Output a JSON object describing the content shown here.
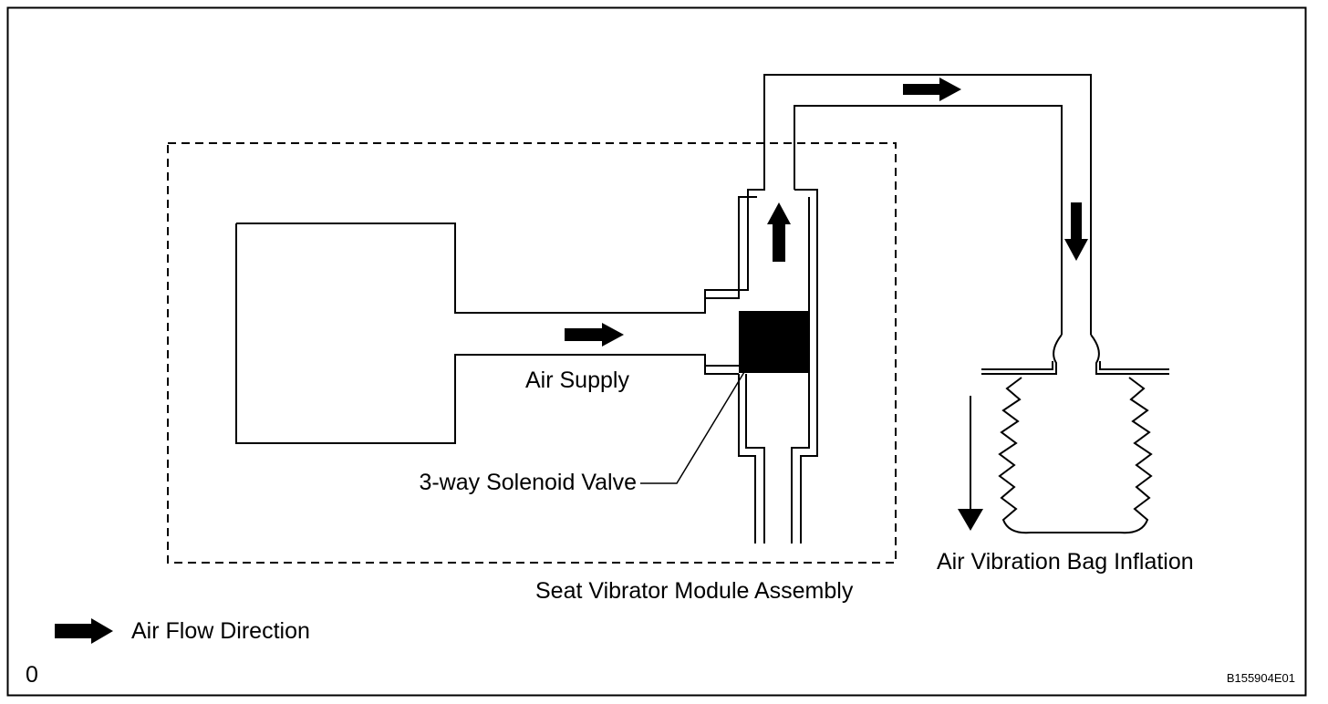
{
  "labels": {
    "air_supply": "Air Supply",
    "solenoid_valve": "3-way Solenoid Valve",
    "module_assembly": "Seat Vibrator Module Assembly",
    "bag_inflation": "Air Vibration Bag Inflation",
    "legend": "Air Flow Direction",
    "corner_mark": "0",
    "figure_code": "B155904E01"
  },
  "colors": {
    "ink": "#000000",
    "background": "#ffffff"
  }
}
